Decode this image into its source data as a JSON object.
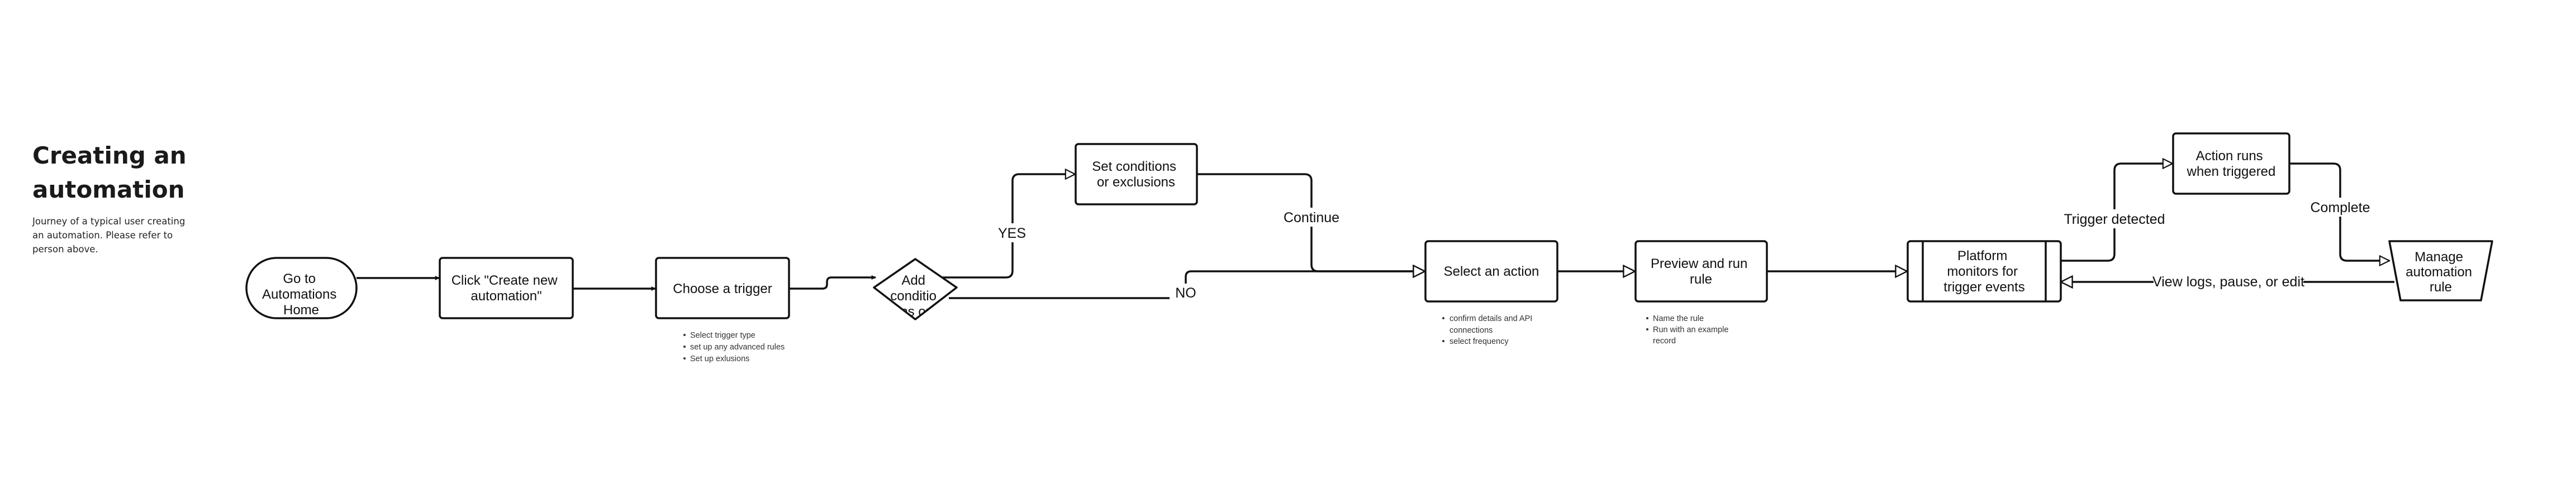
{
  "header": {
    "title": "Creating an automation",
    "description": "Journey of a typical user creating an automation. Please refer to person above."
  },
  "nodes": {
    "go_home": [
      "Go to",
      "Automations",
      "Home"
    ],
    "create_new": [
      "Click \"Create new",
      "automation\""
    ],
    "choose_trigger": [
      "Choose a trigger"
    ],
    "add_conditions": [
      "Add",
      "conditio",
      "ns or"
    ],
    "set_conditions": [
      "Set conditions",
      "or exclusions"
    ],
    "select_action": [
      "Select an action"
    ],
    "preview_run": [
      "Preview and run",
      "rule"
    ],
    "platform_monitors": [
      "Platform",
      "monitors for",
      "trigger events"
    ],
    "action_runs": [
      "Action runs",
      "when triggered"
    ],
    "manage_rule": [
      "Manage",
      "automation",
      "rule"
    ]
  },
  "edge_labels": {
    "yes": "YES",
    "no": "NO",
    "continue": "Continue",
    "trigger_detected": "Trigger detected",
    "complete": "Complete",
    "view_logs": "View logs, pause, or edit"
  },
  "notes": {
    "trigger": [
      "Select trigger type",
      "set up any advanced rules",
      "Set up exlusions"
    ],
    "action": [
      "confirm details and API",
      "connections",
      "select frequency"
    ],
    "preview": [
      "Name the rule",
      "Run with an example",
      "record"
    ]
  },
  "colors": {
    "stroke": "#111111",
    "fill": "#ffffff",
    "text": "#111111"
  }
}
